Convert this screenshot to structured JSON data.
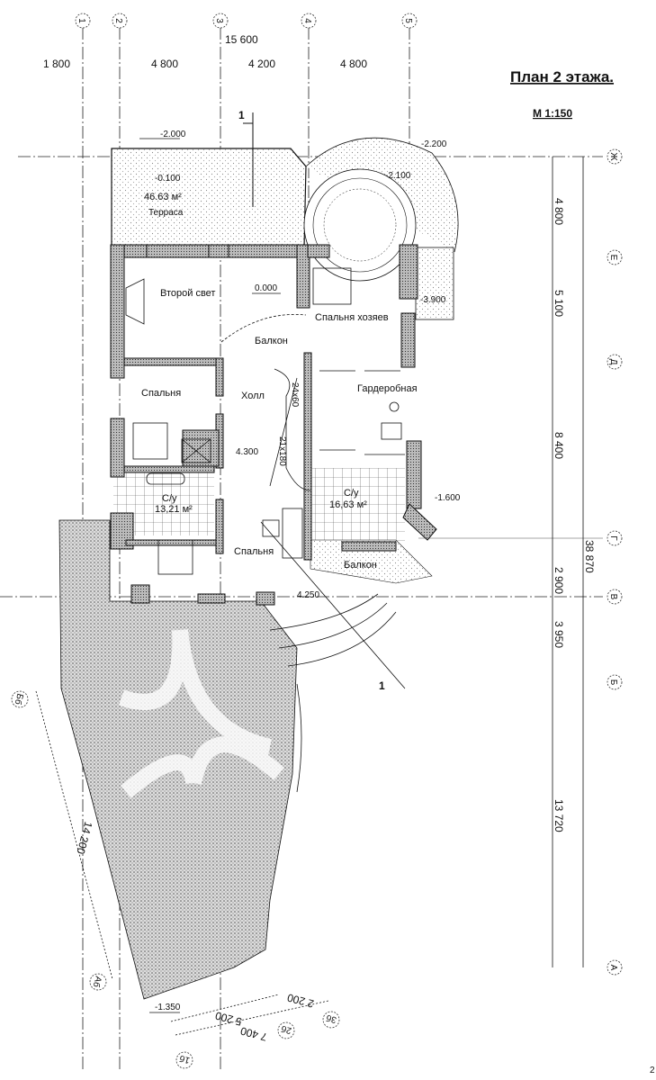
{
  "title": "План 2 этажа.",
  "scale": "М 1:150",
  "axes_vertical": [
    "1",
    "2",
    "3",
    "4",
    "5"
  ],
  "axes_horizontal": [
    "Ж",
    "Е",
    "Д",
    "Г",
    "В",
    "Б",
    "А"
  ],
  "axes_site": [
    "Бб",
    "Аб",
    "1б",
    "2б",
    "3б"
  ],
  "top_dimensions": {
    "total": "15 600",
    "spans": [
      "1 800",
      "4 800",
      "4 200",
      "4 800"
    ]
  },
  "right_dimensions": {
    "total": "38 870",
    "spans": [
      "4 800",
      "5 100",
      "8 400",
      "2 900",
      "3 950",
      "13 720"
    ]
  },
  "site_dimensions": {
    "length": "14 200",
    "a": "5 200",
    "b": "2 200",
    "c": "7 400",
    "level": "-1.350"
  },
  "rooms": {
    "terrace": {
      "name": "Терраса",
      "area": "46.63 м²",
      "level": "-0.100"
    },
    "second_light": {
      "name": "Второй свет",
      "level": "0.000"
    },
    "master_bedroom": {
      "name": "Спальня хозяев"
    },
    "balcony_top": {
      "name": "Балкон"
    },
    "bedroom_1": {
      "name": "Спальня"
    },
    "hall": {
      "name": "Холл",
      "level": "4.300"
    },
    "wardrobe": {
      "name": "Гардеробная"
    },
    "bath_1": {
      "name": "С/у",
      "area": "13,21 м²"
    },
    "bath_2": {
      "name": "С/у",
      "area": "16,63 м²"
    },
    "bedroom_2": {
      "name": "Спальня"
    },
    "balcony_bottom": {
      "name": "Балкон",
      "level": "4.250"
    }
  },
  "stairs": {
    "step_a": "24х60",
    "step_b": "21х180"
  },
  "levels": [
    "-2.000",
    "-2.200",
    "-2.100",
    "-3.900",
    "-1.600"
  ],
  "section_marks": [
    "1",
    "1"
  ],
  "sheet_corner": "2"
}
